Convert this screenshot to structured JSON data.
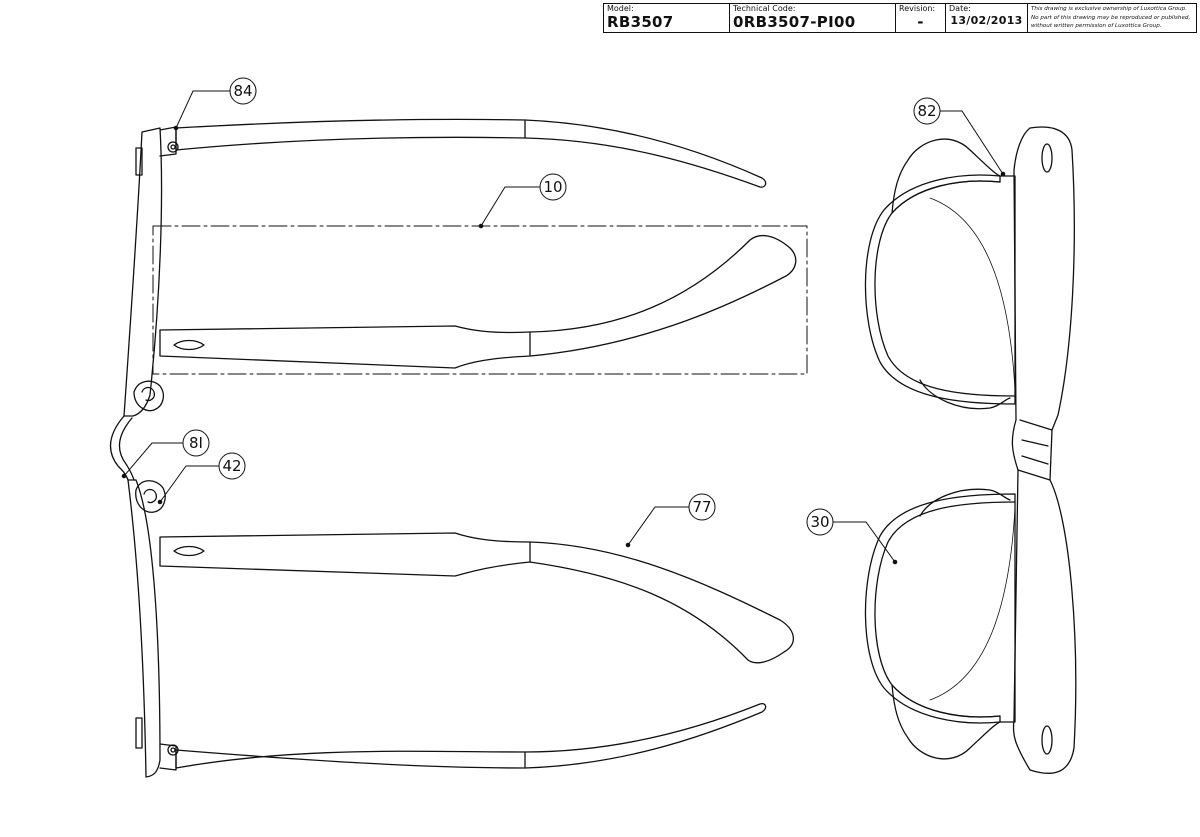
{
  "title_block": {
    "model_label": "Model:",
    "model_value": "RB3507",
    "code_label": "Technical Code:",
    "code_value": "0RB3507-PI00",
    "revision_label": "Revision:",
    "revision_value": "-",
    "date_label": "Date:",
    "date_value": "13/02/2013",
    "ownership_note": {
      "line1": "This drawing is exclusive ownership of Luxottica Group.",
      "line2": "No part of this drawing may be reproduced or published,",
      "line3": "without written permission of Luxottica Group."
    }
  },
  "callouts": {
    "c84": "84",
    "c10": "10",
    "c81": "8I",
    "c42": "42",
    "c77": "77",
    "c82": "82",
    "c30": "30"
  },
  "colors": {
    "line": "#111111",
    "background": "#ffffff"
  }
}
